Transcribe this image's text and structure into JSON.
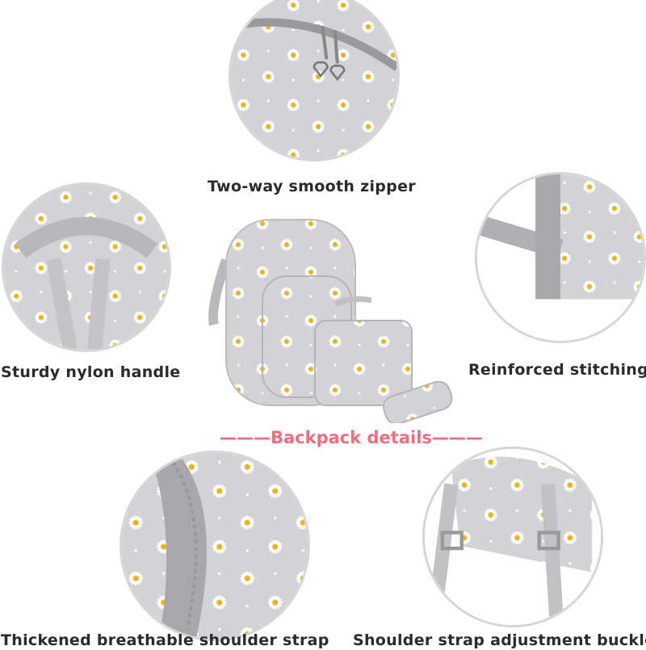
{
  "title": "———Backpack details———",
  "features": [
    {
      "label": "Two-way smooth zipper",
      "icon": "zipper-detail"
    },
    {
      "label": "Sturdy nylon handle",
      "icon": "handle-detail"
    },
    {
      "label": "Reinforced stitching",
      "icon": "stitching-detail"
    },
    {
      "label": "Thickened breathable shoulder strap",
      "icon": "strap-detail"
    },
    {
      "label": "Shoulder strap adjustment buckle",
      "icon": "buckle-detail"
    }
  ],
  "colors": {
    "accent": "#ec6f80",
    "fabric": "#d3d3d5",
    "petal": "#ffffff",
    "center": "#f2b21c"
  }
}
